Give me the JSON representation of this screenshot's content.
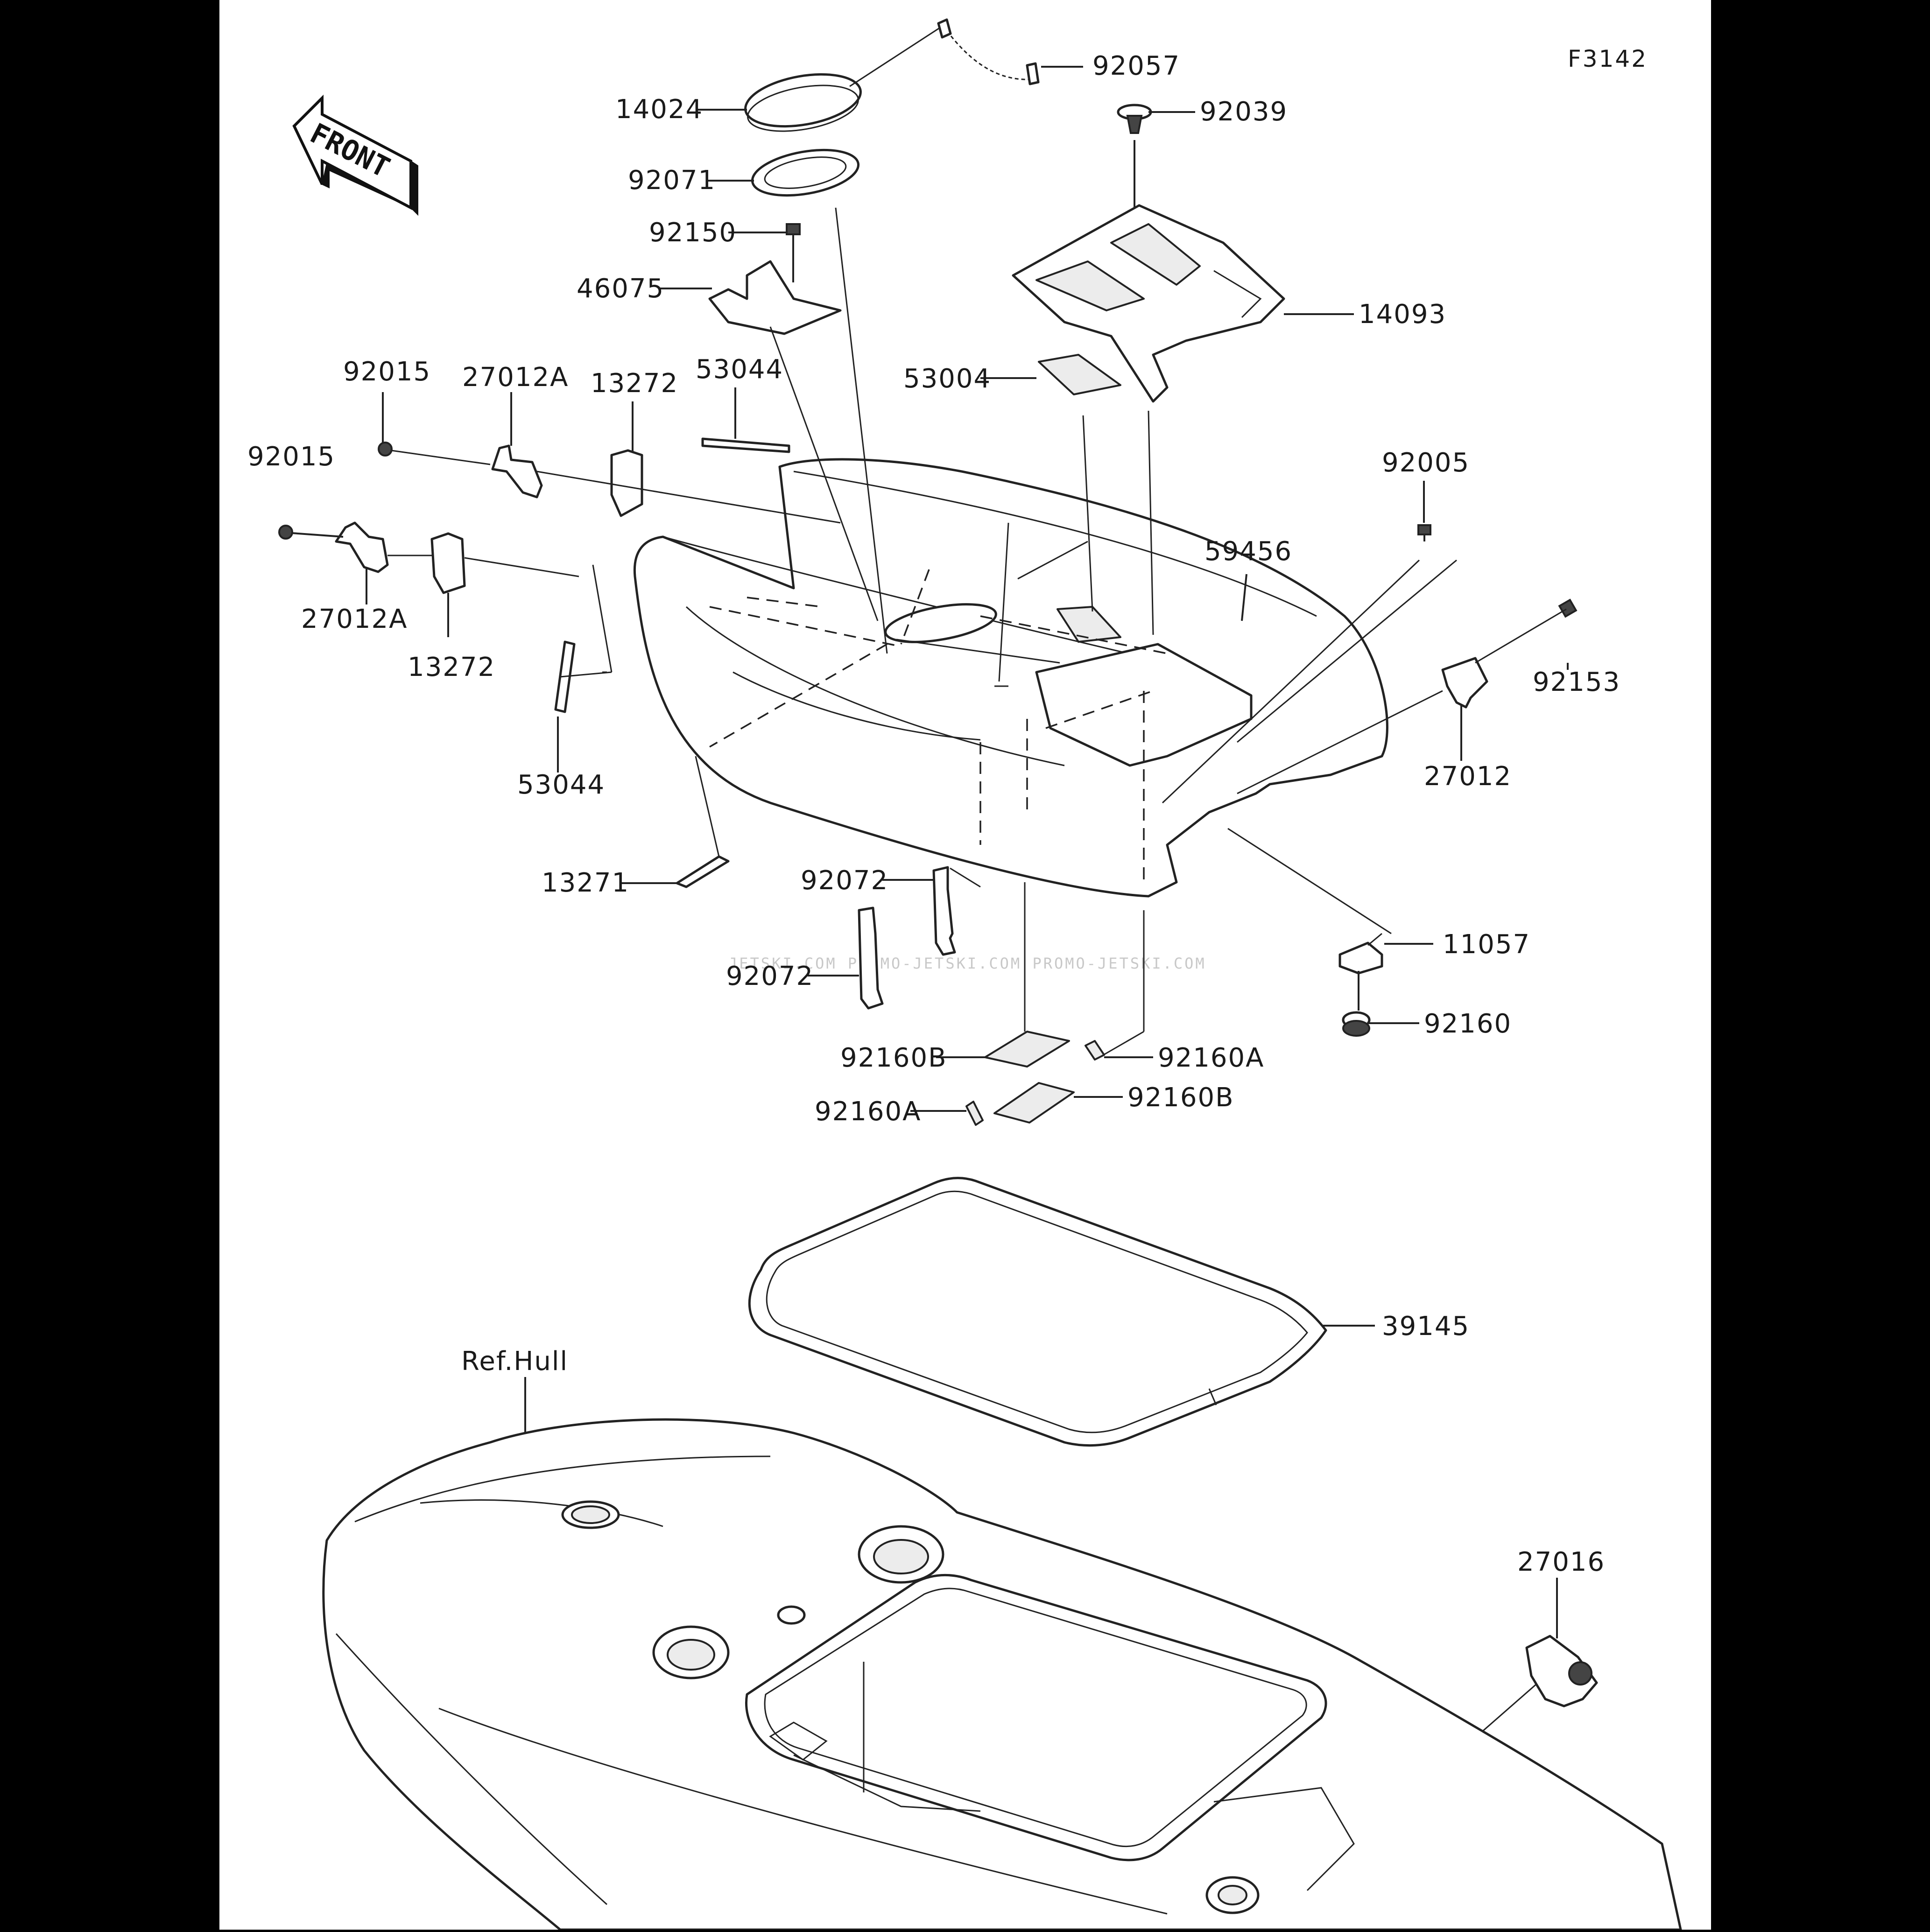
{
  "figure_code": "F3142",
  "front_label": "FRONT",
  "watermark": "JETSKI.COM   PROMO-JETSKI.COM   PROMO-JETSKI.COM",
  "labels": {
    "p14024": "14024",
    "p92057": "92057",
    "p92039": "92039",
    "p92071": "92071",
    "p92150": "92150",
    "p46075": "46075",
    "p14093": "14093",
    "p92015a": "92015",
    "p27012a1": "27012A",
    "p13272a": "13272",
    "p53044a": "53044",
    "p53004": "53004",
    "p92015b": "92015",
    "p92005": "92005",
    "p59456": "59456",
    "p27012a2": "27012A",
    "p13272b": "13272",
    "p92153": "92153",
    "p27012": "27012",
    "p53044b": "53044",
    "p13271": "13271",
    "p92072a": "92072",
    "p11057": "11057",
    "p92072b": "92072",
    "p92160": "92160",
    "p92160b1": "92160B",
    "p92160a1": "92160A",
    "p92160a2": "92160A",
    "p92160b2": "92160B",
    "p39145": "39145",
    "ref_hull": "Ref.Hull",
    "p27016": "27016"
  },
  "colors": {
    "background": "#ffffff",
    "frame": "#000000",
    "line": "#222222"
  }
}
